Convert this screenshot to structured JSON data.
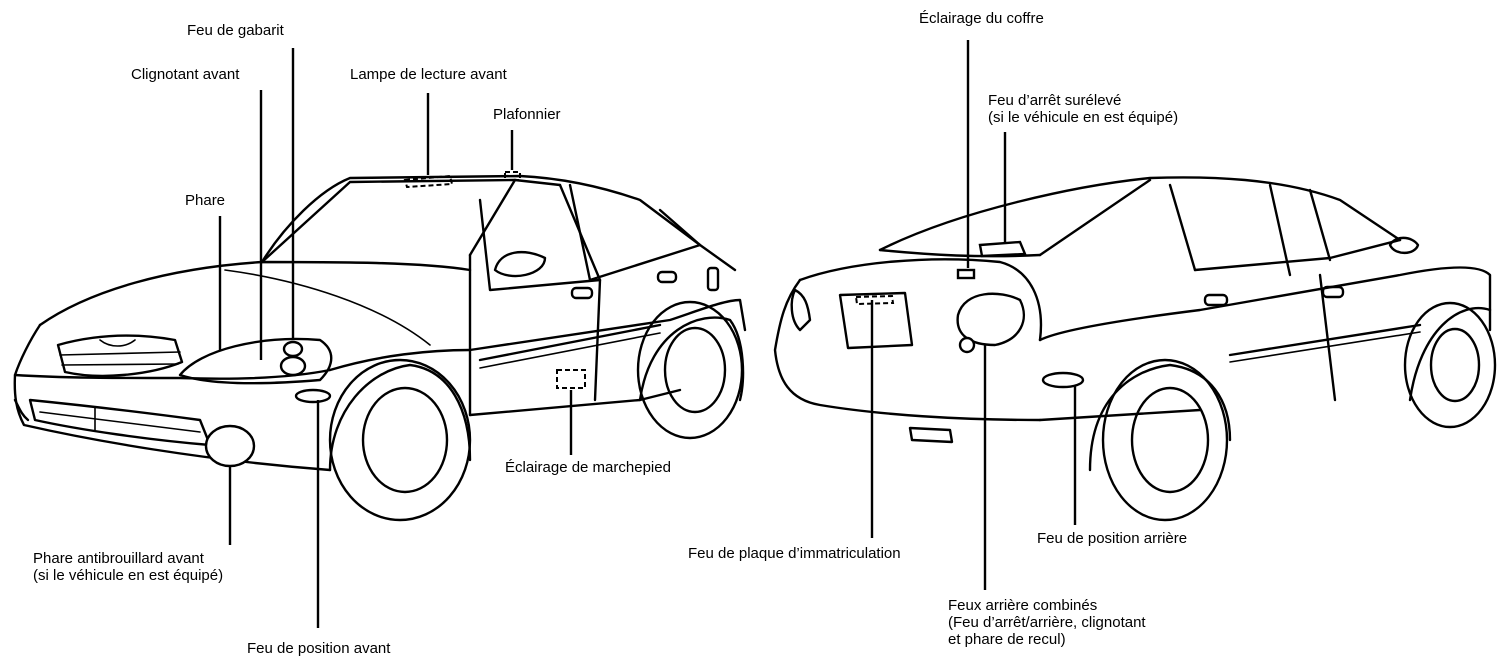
{
  "labels": {
    "feu_gabarit": "Feu de gabarit",
    "clignotant_avant": "Clignotant avant",
    "lampe_lecture": "Lampe de lecture avant",
    "plafonnier": "Plafonnier",
    "phare": "Phare",
    "eclairage_marchepied": "Éclairage de marchepied",
    "antibrouillard_l1": "Phare antibrouillard avant",
    "antibrouillard_l2": "(si le véhicule en est équipé)",
    "position_avant": "Feu de position avant",
    "eclairage_coffre": "Éclairage du coffre",
    "stop_sureleve_l1": "Feu d’arrêt surélevé",
    "stop_sureleve_l2": "(si le véhicule en est équipé)",
    "plaque": "Feu de plaque d’immatriculation",
    "position_arriere": "Feu de position arrière",
    "combines_l1": "Feux arrière combinés",
    "combines_l2": "(Feu d’arrêt/arrière, clignotant",
    "combines_l3": "et phare de recul)"
  }
}
